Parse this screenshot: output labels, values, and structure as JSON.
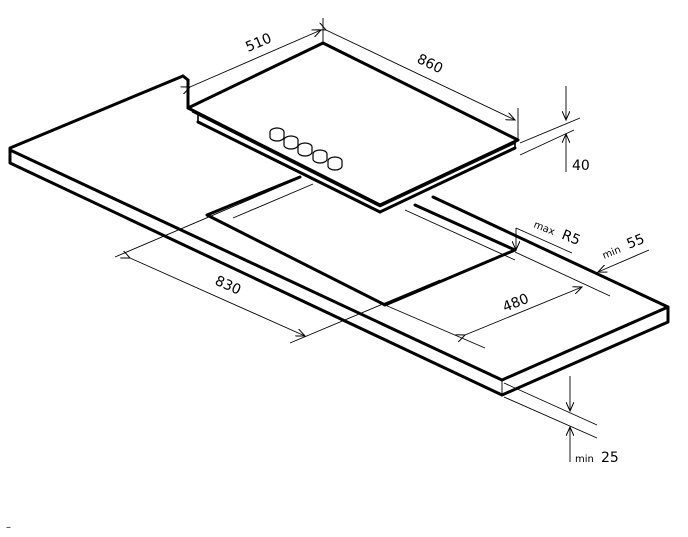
{
  "diagram": {
    "dimensions": {
      "hob_depth": "510",
      "hob_width": "860",
      "hob_height": "40",
      "cutout_width": "830",
      "cutout_depth": "480",
      "corner_radius_prefix": "max",
      "corner_radius": "R5",
      "front_margin_prefix": "min",
      "front_margin": "55",
      "worktop_thickness_prefix": "min",
      "worktop_thickness": "25"
    },
    "footnote": "–"
  }
}
